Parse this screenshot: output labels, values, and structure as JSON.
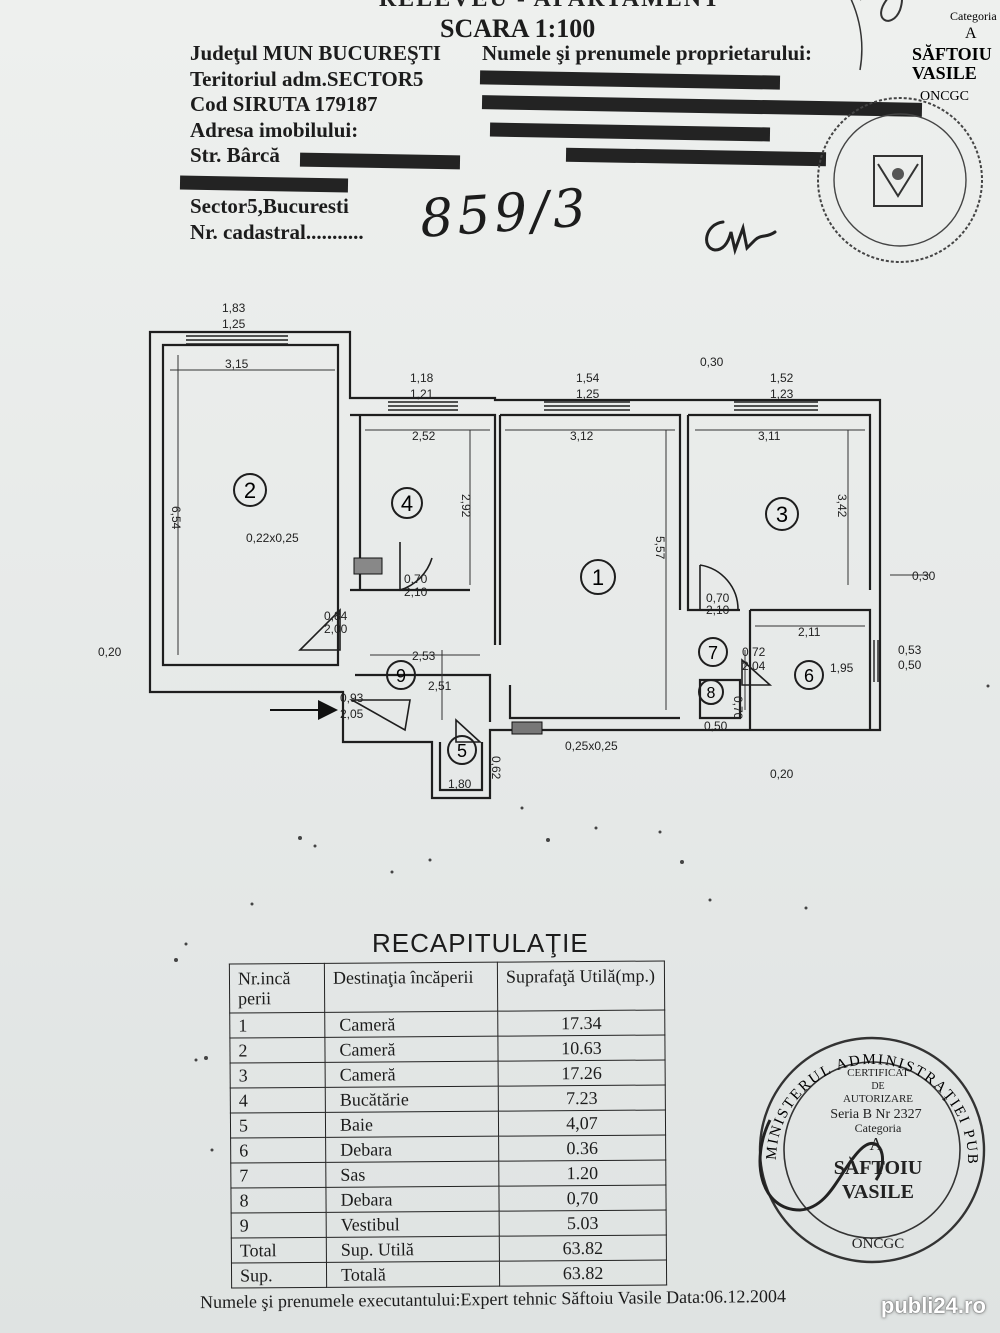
{
  "header": {
    "doc_title": "RELEVEU - APARTAMENT",
    "scale": "SCARA 1:100",
    "left_lines": [
      "Judeţul MUN BUCUREŞTI",
      "Teritoriul adm.SECTOR5",
      "Cod SIRUTA 179187",
      "Adresa imobilului:",
      "Str. Bârcă",
      "",
      "Sector5,Bucuresti",
      "Nr. cadastral..........."
    ],
    "owner_label": "Numele şi prenumele proprietarului:",
    "cadastral_number": "859/3"
  },
  "stamp_top": {
    "lines": [
      "Categoria",
      "A",
      "SĂFTOIU",
      "VASILE",
      "ONCGC"
    ]
  },
  "plan": {
    "rooms": [
      "1",
      "2",
      "3",
      "4",
      "5",
      "6",
      "7",
      "8",
      "9"
    ],
    "dims": {
      "w2_top": "1,83",
      "w2_bot": "1,25",
      "r2_w": "3,15",
      "r2_h": "6,54",
      "w4_top": "1,18",
      "w4_bot": "1,21",
      "r4_w": "2,52",
      "r4_h": "2,92",
      "w1_top": "1,54",
      "w1_bot": "1,25",
      "r1_w": "3,12",
      "r1_h": "5,57",
      "p_030": "0,30",
      "w3_top": "1,52",
      "w3_bot": "1,23",
      "r3_w": "3,11",
      "r3_h": "3,42",
      "r3_side": "0,30",
      "vent": "0,22x0,25",
      "d4": "0,70",
      "d4b": "2,10",
      "d9": "0,84",
      "d9b": "2,00",
      "r9_w": "2,53",
      "r9_h": "2,51",
      "left_edge": "0,20",
      "entry": "0,93",
      "entry_b": "2,05",
      "r5_w": "1,80",
      "r5_h": "0,62",
      "r6_w": "2,11",
      "r6_h": "1,95",
      "w6": "0,53",
      "w6b": "0,50",
      "d7": "0,72",
      "d7b": "2,04",
      "d7top": "0,70",
      "d7topb": "2,10",
      "r8": "0,50",
      "r8b": "0,70",
      "bottom_020": "0,20",
      "vent2": "0,25x0,25"
    }
  },
  "recap": {
    "title": "RECAPITULAŢIE",
    "headers": [
      "Nr.incă perii",
      "Destinaţia încăperii",
      "Suprafaţă Utilă(mp.)"
    ],
    "rows": [
      [
        "1",
        "Cameră",
        "17.34"
      ],
      [
        "2",
        "Cameră",
        "10.63"
      ],
      [
        "3",
        "Cameră",
        "17.26"
      ],
      [
        "4",
        "Bucătărie",
        "7.23"
      ],
      [
        "5",
        "Baie",
        "4,07"
      ],
      [
        "6",
        "Debara",
        "0.36"
      ],
      [
        "7",
        "Sas",
        "1.20"
      ],
      [
        "8",
        "Debara",
        "0,70"
      ],
      [
        "9",
        "Vestibul",
        "5.03"
      ],
      [
        "Total",
        "Sup. Utilă",
        "63.82"
      ],
      [
        "Sup.",
        "Totală",
        "63.82"
      ]
    ]
  },
  "stamp_bottom": {
    "ring": "MINISTERUL ADMINISTRAŢIEI PUBLICE",
    "cert1": "CERTIFICAT",
    "cert2": "DE",
    "cert3": "AUTORIZARE",
    "serial": "Seria B Nr 2327",
    "category": "Categoria",
    "cls": "A",
    "name1": "SĂFTOIU",
    "name2": "VASILE",
    "org": "ONCGC"
  },
  "footer": "Numele şi prenumele executantului:Expert tehnic Săftoiu Vasile Data:06.12.2004",
  "watermark": "publi24.ro"
}
